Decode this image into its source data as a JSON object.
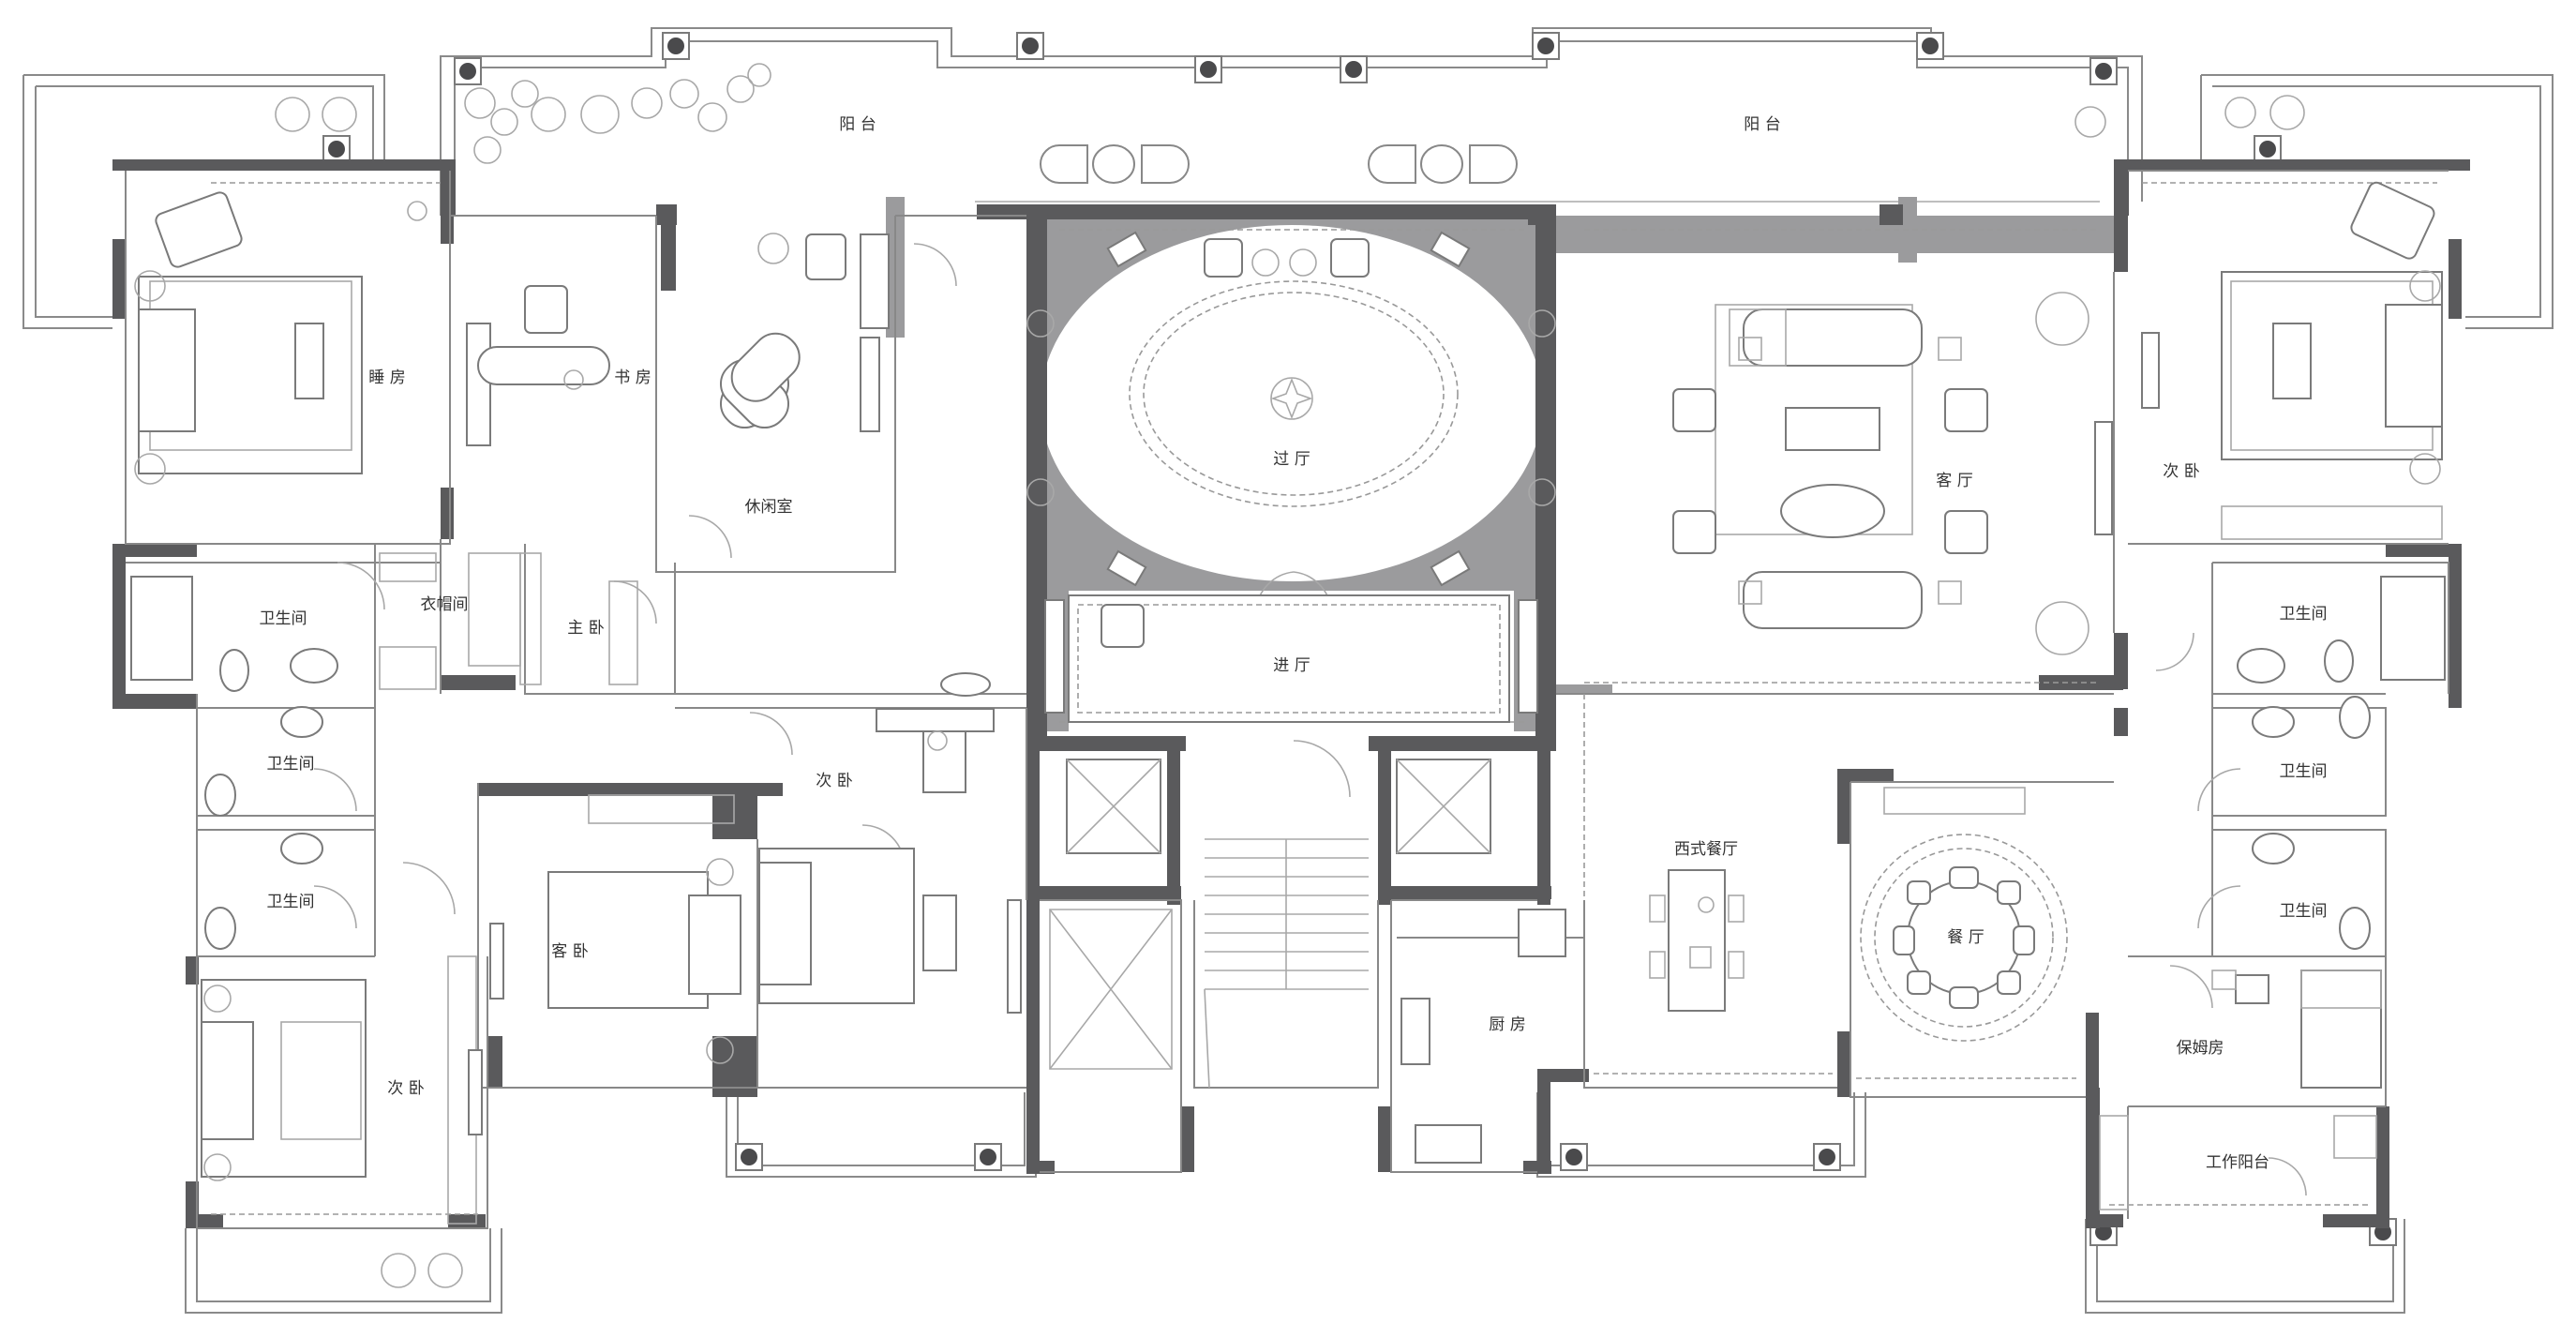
{
  "plan": {
    "rooms": {
      "balcony_left": "阳 台",
      "balcony_right": "阳 台",
      "bedroom": "睡 房",
      "study": "书 房",
      "leisure_room": "休闲室",
      "foyer_hall": "过 厅",
      "living_room": "客 厅",
      "secondary_bedroom_right": "次 卧",
      "bathroom_master": "卫生间",
      "cloakroom": "衣帽间",
      "master_bedroom": "主 卧",
      "entrance_hall": "进 厅",
      "bathroom_right_1": "卫生间",
      "bathroom_left_1": "卫生间",
      "secondary_bedroom_middle": "次 卧",
      "bathroom_left_2": "卫生间",
      "guest_bedroom": "客 卧",
      "western_dining": "西式餐厅",
      "dining_room": "餐 厅",
      "bathroom_right_2": "卫生间",
      "bathroom_right_3": "卫生间",
      "secondary_bedroom_left": "次 卧",
      "kitchen": "厨 房",
      "maid_room": "保姆房",
      "utility_balcony": "工作阳台"
    },
    "colors": {
      "wall": "#5a5a5c",
      "light_wall": "#9c9c9e",
      "line": "#888888",
      "background": "#ffffff"
    }
  }
}
